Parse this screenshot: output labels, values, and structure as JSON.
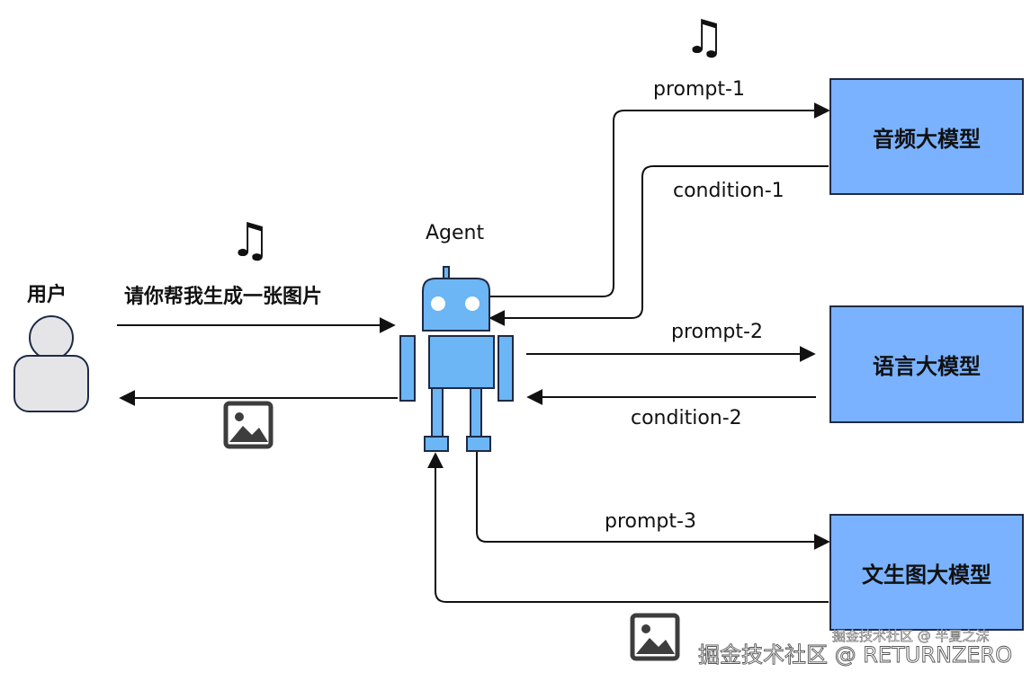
{
  "user": {
    "label": "用户"
  },
  "agent": {
    "label": "Agent"
  },
  "request": {
    "text": "请你帮我生成一张图片"
  },
  "models": {
    "audio": "音频大模型",
    "language": "语言大模型",
    "text_to_image": "文生图大模型"
  },
  "flows": {
    "prompt1": "prompt-1",
    "condition1": "condition-1",
    "prompt2": "prompt-2",
    "condition2": "condition-2",
    "prompt3": "prompt-3"
  },
  "watermark": {
    "small": "掘金技术社区 @ 半夏之沫",
    "large": "掘金技术社区 @ RETURNZERO"
  },
  "colors": {
    "robot": "#6cb6f5",
    "model_box": "#7ab2ff",
    "user": "#e5e5e8",
    "outline": "#1f2a44"
  }
}
